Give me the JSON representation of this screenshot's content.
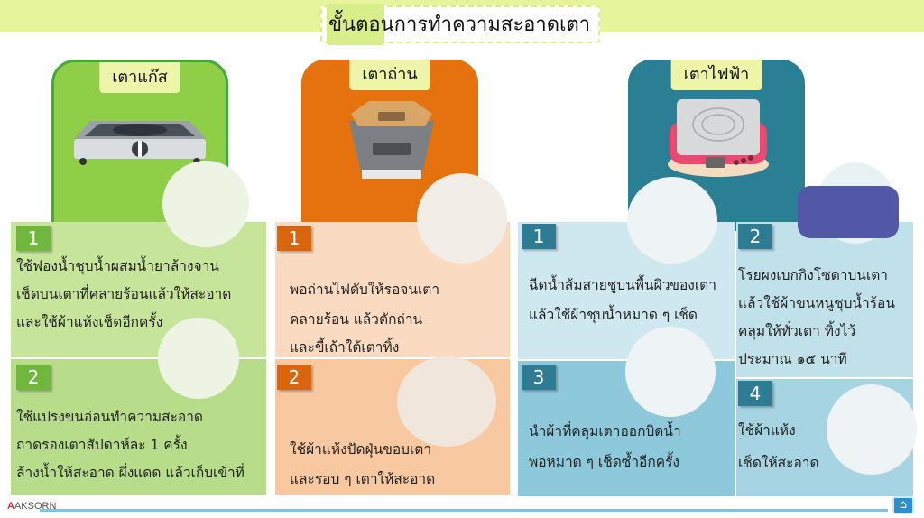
{
  "header": {
    "title": "ขั้นตอนการทำความสะอาดเตา"
  },
  "categories": [
    {
      "label": "เตาแก๊ส",
      "icon": "gas-stove-icon",
      "color": "#8fcf48"
    },
    {
      "label": "เตาถ่าน",
      "icon": "charcoal-stove-icon",
      "color": "#e5720f"
    },
    {
      "label": "เตาไฟฟ้า",
      "icon": "electric-stove-icon",
      "color": "#2b7f94"
    }
  ],
  "gas_steps": [
    {
      "num": "1",
      "lines": [
        "ใช้ฟองน้ำชุบน้ำผสมน้ำยาล้างจาน",
        "เช็ดบนเตาที่คลายร้อนแล้วให้สะอาด",
        "และใช้ผ้าแห้งเช็ดอีกครั้ง"
      ]
    },
    {
      "num": "2",
      "lines": [
        "ใช้แปรงขนอ่อนทำความสะอาด",
        "ถาดรองเตาสัปดาห์ละ 1 ครั้ง",
        "ล้างน้ำให้สะอาด ผึ่งแดด แล้วเก็บเข้าที่"
      ]
    }
  ],
  "charcoal_steps": [
    {
      "num": "1",
      "lines": [
        "พอถ่านไฟดับให้รอจนเตา",
        "คลายร้อน แล้วตักถ่าน",
        "และขี้เถ้าใต้เตาทิ้ง"
      ]
    },
    {
      "num": "2",
      "lines": [
        "ใช้ผ้าแห้งปัดฝุ่นขอบเตา",
        "และรอบ ๆ เตาให้สะอาด"
      ]
    }
  ],
  "electric_steps": [
    {
      "num": "1",
      "lines": [
        "ฉีดน้ำส้มสายชูบนพื้นผิวของเตา",
        "แล้วใช้ผ้าชุบน้ำหมาด ๆ เช็ด"
      ]
    },
    {
      "num": "2",
      "lines": [
        "โรยผงเบกกิงโซดาบนเตา",
        "แล้วใช้ผ้าขนหนูชุบน้ำร้อน",
        "คลุมให้ทั่วเตา ทิ้งไว้",
        "ประมาณ ๑๕ นาที"
      ]
    },
    {
      "num": "3",
      "lines": [
        "นำผ้าที่คลุมเตาออกบิดน้ำ",
        "พอหมาด ๆ เช็ดซ้ำอีกครั้ง"
      ]
    },
    {
      "num": "4",
      "lines": [
        "ใช้ผ้าแห้ง",
        "เช็ดให้สะอาด"
      ]
    }
  ],
  "footer": {
    "logo": "AKSORN",
    "home_icon": "home-icon"
  }
}
